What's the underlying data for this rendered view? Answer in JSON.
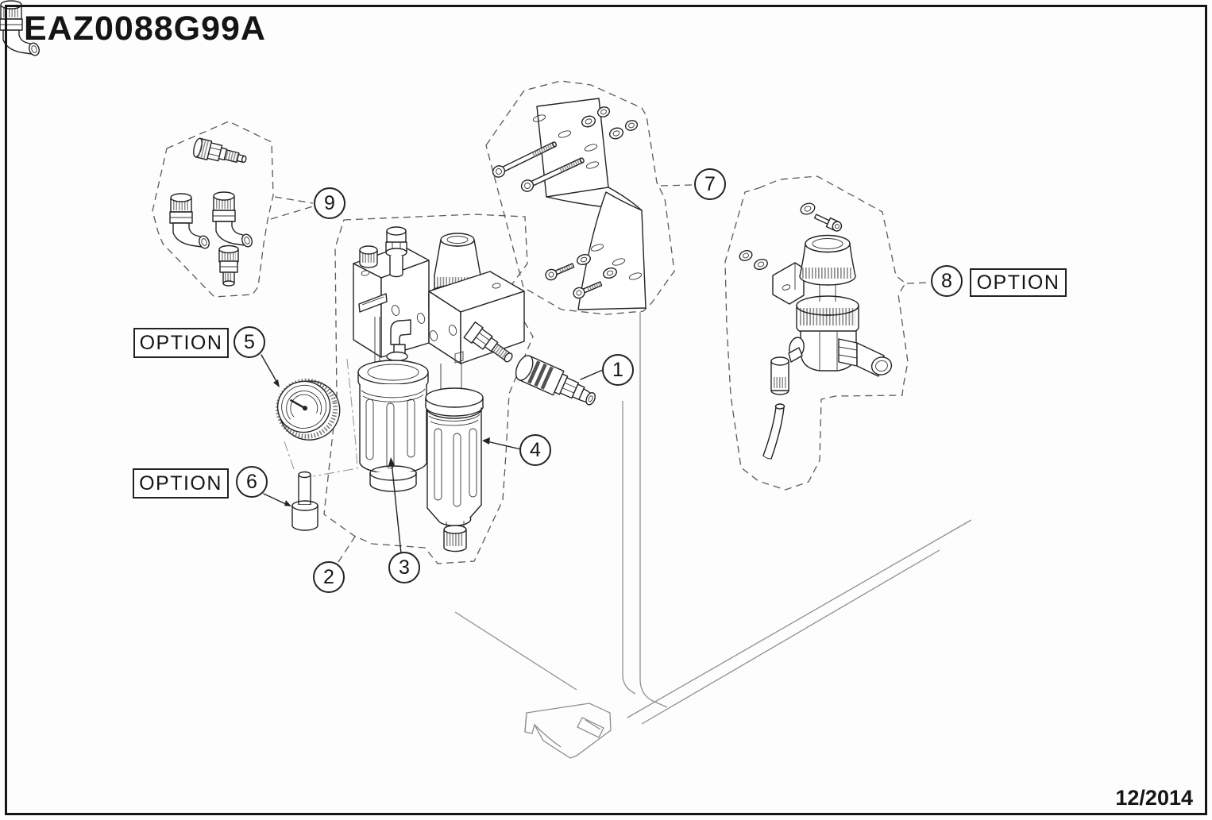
{
  "diagram": {
    "part_number": "EAZ0088G99A",
    "revision_date": "12/2014",
    "callouts": [
      {
        "label": "1"
      },
      {
        "label": "2"
      },
      {
        "label": "3"
      },
      {
        "label": "4"
      },
      {
        "label": "5"
      },
      {
        "label": "6"
      },
      {
        "label": "7"
      },
      {
        "label": "8"
      },
      {
        "label": "9"
      }
    ],
    "option_boxes": [
      {
        "label": "OPTION",
        "attached_callout": "5"
      },
      {
        "label": "OPTION",
        "attached_callout": "6"
      },
      {
        "label": "OPTION",
        "attached_callout": "8"
      }
    ]
  }
}
